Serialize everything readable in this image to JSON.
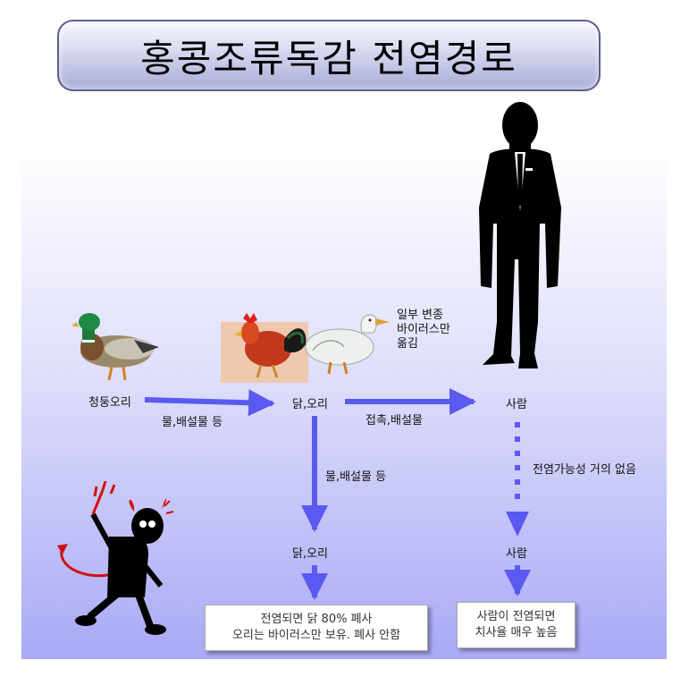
{
  "title": "홍콩조류독감 전염경로",
  "nodes": {
    "mallard": "청둥오리",
    "chicken_duck_1": "닭,오리",
    "human_1": "사람",
    "chicken_duck_2": "닭,오리",
    "human_2": "사람"
  },
  "edges": {
    "mallard_to_poultry": "물,배설물 등",
    "poultry_to_human": "접촉,배설물",
    "poultry_to_poultry": "물,배설물 등",
    "human_to_human": "전염가능성 거의 없음"
  },
  "note_mutation": [
    "일부 변종",
    "바이러스만",
    "옮김"
  ],
  "result_poultry": [
    "전염되면 닭 80% 폐사",
    "오리는 바이러스만 보유. 폐사 안함"
  ],
  "result_human": [
    "사람이 전염되면",
    "치사율 매우 높음"
  ],
  "colors": {
    "arrow": "#5a5af0",
    "panel_top": "#ffffff",
    "panel_bottom": "#a9a9f6"
  },
  "icons": [
    "mallard-duck-icon",
    "rooster-icon",
    "white-duck-icon",
    "businessman-silhouette-icon",
    "devil-icon"
  ]
}
